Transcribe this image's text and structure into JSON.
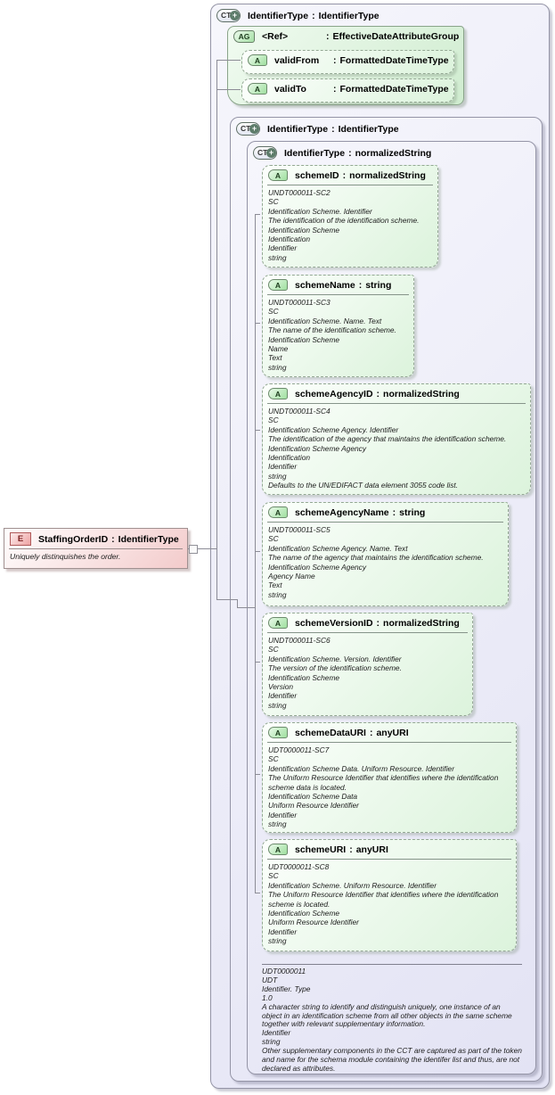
{
  "punct": {
    "colon": ":"
  },
  "icons": {
    "complex_type_badge": "CT",
    "plus_icon": "+",
    "attribute_group_badge": "AG",
    "attribute_badge": "A",
    "element_badge": "E"
  },
  "colors": {
    "complex_type_fill": "#e6e6f6",
    "attribute_fill": "#ddf3dd",
    "element_fill": "#f3cbcb",
    "line_gray": "#8c8c96"
  },
  "element": {
    "name": "StaffingOrderID",
    "type": "IdentifierType",
    "doc": "Uniquely distinquishes the order."
  },
  "root_ct": {
    "name": "IdentifierType",
    "type": "IdentifierType"
  },
  "attribute_group": {
    "name": "<Ref>",
    "type": "EffectiveDateAttributeGroup",
    "attributes": [
      {
        "name": "validFrom",
        "type": "FormattedDateTimeType"
      },
      {
        "name": "validTo",
        "type": "FormattedDateTimeType"
      }
    ]
  },
  "nested_ct": {
    "name": "IdentifierType",
    "type": "IdentifierType"
  },
  "content_ct": {
    "name": "IdentifierType",
    "type": "normalizedString"
  },
  "attributes": [
    {
      "name": "schemeID",
      "type": "normalizedString",
      "doc": [
        "UNDT000011-SC2",
        "SC",
        "Identification Scheme. Identifier",
        "The identification of the identification scheme.",
        "Identification Scheme",
        "Identification",
        "Identifier",
        "string"
      ]
    },
    {
      "name": "schemeName",
      "type": "string",
      "doc": [
        "UNDT000011-SC3",
        "SC",
        "Identification Scheme. Name. Text",
        "The name of the identification scheme.",
        "Identification Scheme",
        "Name",
        "Text",
        "string"
      ]
    },
    {
      "name": "schemeAgencyID",
      "type": "normalizedString",
      "doc": [
        "UNDT000011-SC4",
        "SC",
        "Identification Scheme Agency. Identifier",
        "The identification of the agency that maintains the identification scheme.",
        "Identification Scheme Agency",
        "Identification",
        "Identifier",
        "string",
        "Defaults to the UN/EDIFACT data element 3055 code list."
      ]
    },
    {
      "name": "schemeAgencyName",
      "type": "string",
      "doc": [
        "UNDT000011-SC5",
        "SC",
        "Identification Scheme Agency. Name. Text",
        "The name of the agency that maintains the identification scheme.",
        "Identification Scheme Agency",
        "Agency Name",
        "Text",
        "string"
      ]
    },
    {
      "name": "schemeVersionID",
      "type": "normalizedString",
      "doc": [
        "UNDT000011-SC6",
        "SC",
        "Identification Scheme. Version. Identifier",
        "The version of the identification scheme.",
        "Identification Scheme",
        "Version",
        "Identifier",
        "string"
      ]
    },
    {
      "name": "schemeDataURI",
      "type": "anyURI",
      "doc": [
        "UDT0000011-SC7",
        "SC",
        "Identification Scheme Data. Uniform Resource. Identifier",
        "The Uniform Resource Identifier that identifies where the identification scheme data is located.",
        "Identification Scheme Data",
        "Uniform Resource Identifier",
        "Identifier",
        "string"
      ]
    },
    {
      "name": "schemeURI",
      "type": "anyURI",
      "doc": [
        "UDT0000011-SC8",
        "SC",
        "Identification Scheme. Uniform Resource. Identifier",
        "The Uniform Resource Identifier that identifies where the identification scheme is located.",
        "Identification Scheme",
        "Uniform Resource Identifier",
        "Identifier",
        "string"
      ]
    }
  ],
  "type_doc": [
    "UDT0000011",
    "UDT",
    "Identifier. Type",
    "1.0",
    "A character string to identify and distinguish uniquely, one instance of an object in an identification scheme from all other objects in the same scheme together with relevant supplementary information.",
    "Identifier",
    "string",
    "Other supplementary components in the CCT are captured as part of the token and name for the schema module containing the identifer list and thus, are not declared as attributes."
  ]
}
